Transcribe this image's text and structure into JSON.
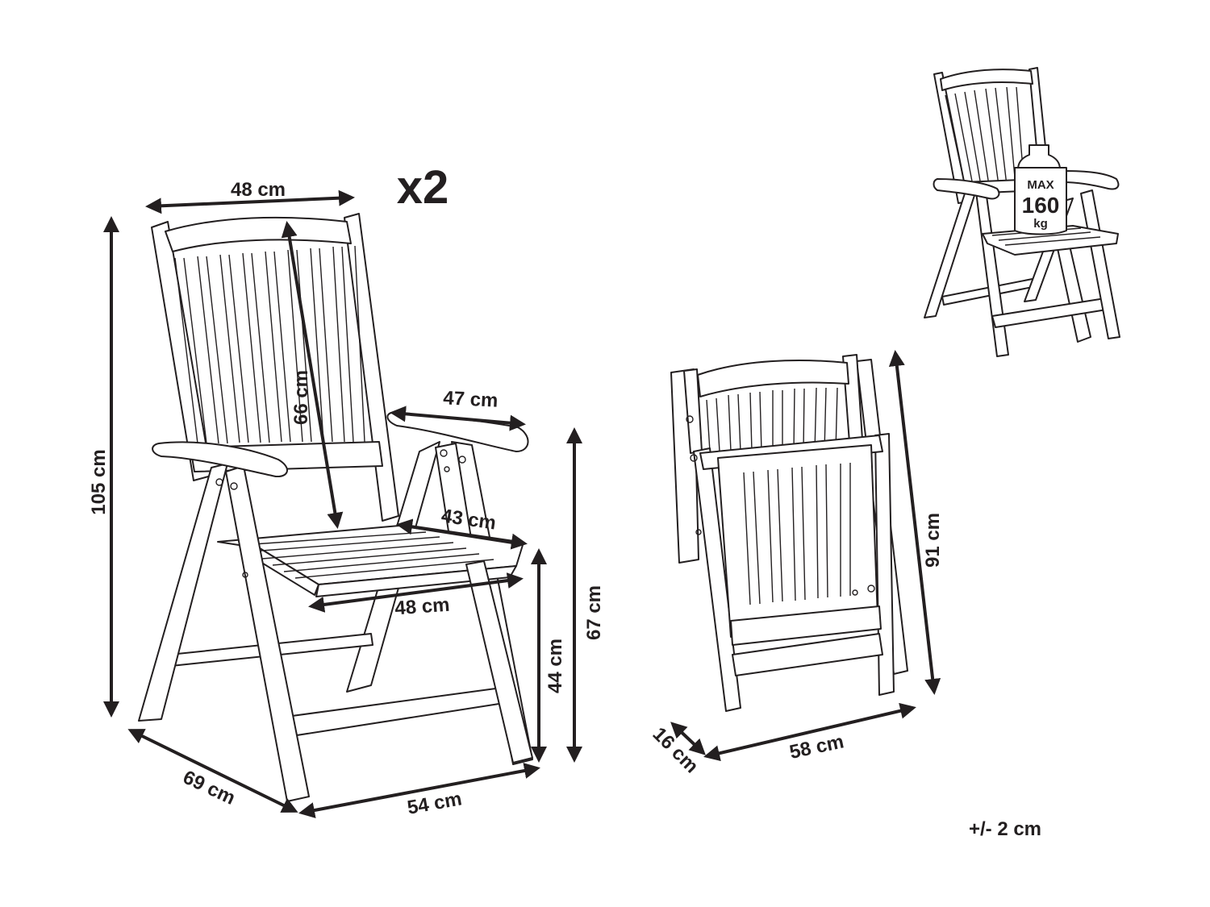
{
  "quantity": "x2",
  "tolerance": "+/- 2 cm",
  "weight_badge": {
    "line1": "MAX",
    "line2": "160",
    "line3": "kg"
  },
  "dimensions": {
    "back_width": "48 cm",
    "backrest_height": "66 cm",
    "armrest_length": "47 cm",
    "total_height": "105 cm",
    "seat_depth": "43 cm",
    "seat_width": "48 cm",
    "seat_height": "44 cm",
    "armrest_height": "67 cm",
    "depth": "69 cm",
    "width": "54 cm",
    "folded_height": "91 cm",
    "folded_thickness": "16 cm",
    "folded_width": "58 cm"
  }
}
